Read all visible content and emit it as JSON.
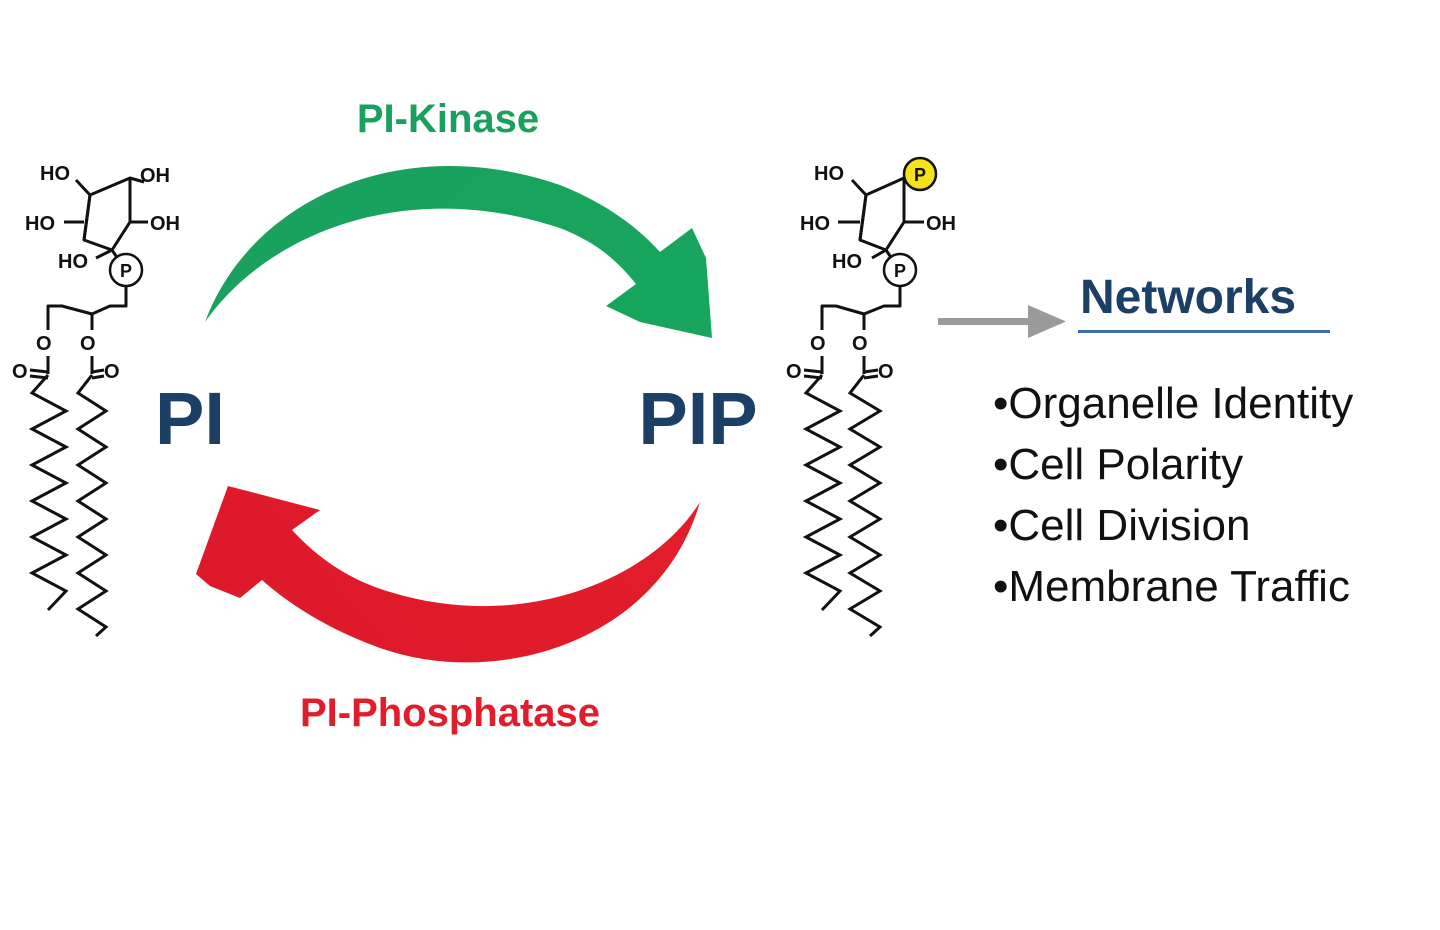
{
  "colors": {
    "kinase": "#1aa05e",
    "phosphatase": "#e21c2b",
    "navy": "#1c3f66",
    "gray_arrow": "#9a9a9a",
    "phospho_yellow": "#f6e21a"
  },
  "enzymes": {
    "kinase_label": "PI-Kinase",
    "phosphatase_label": "PI-Phosphatase"
  },
  "species": {
    "left": "PI",
    "right": "PIP"
  },
  "molecule_labels": {
    "hydroxyl": "HO",
    "hydroxyl_right": "OH",
    "phosphate": "P",
    "oxygen": "O"
  },
  "networks": {
    "title": "Networks",
    "items": [
      "•Organelle Identity",
      "•Cell Polarity",
      "•Cell Division",
      "•Membrane Traffic"
    ]
  }
}
